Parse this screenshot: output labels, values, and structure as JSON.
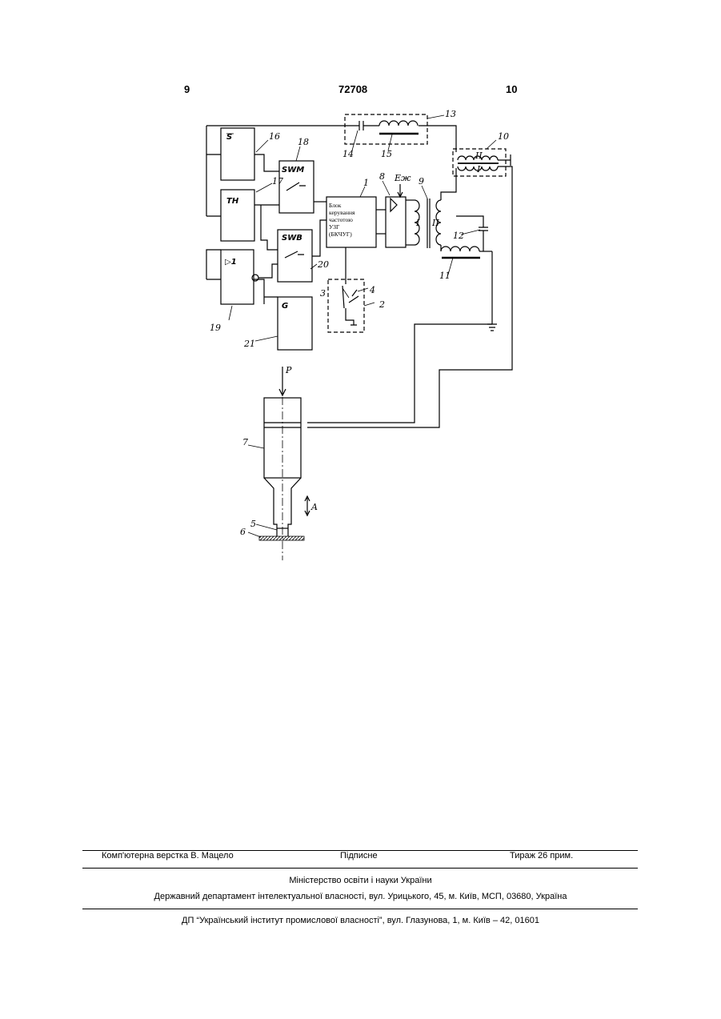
{
  "header": {
    "page_left": "9",
    "patent_number": "72708",
    "page_right": "10"
  },
  "figure": {
    "block_labels": {
      "b16": "S",
      "b17": "TH",
      "b18": "SWM",
      "b19": "▷1",
      "b20": "SWB",
      "b21": "G",
      "b1_lines": [
        "Блок",
        "керування",
        "частотою",
        "УЗГ",
        "(БКЧУГ)"
      ]
    },
    "callouts": {
      "n1": "1",
      "n2": "2",
      "n3": "3",
      "n4": "4",
      "n5": "5",
      "n6": "6",
      "n7": "7",
      "n8": "8",
      "n9": "9",
      "n10": "10",
      "n11": "11",
      "n12": "12",
      "n13": "13",
      "n14": "14",
      "n15": "15",
      "n16": "16",
      "n17": "17",
      "n18": "18",
      "n19": "19",
      "n20": "20",
      "n21": "21"
    },
    "symbols": {
      "force": "P",
      "amplitude": "A",
      "supply": "Eж",
      "winding_I": "I",
      "winding_II": "II",
      "winding_small_I": "I",
      "winding_small_II": "II"
    }
  },
  "footer": {
    "typesetting": "Комп'ютерна верстка В. Мацело",
    "signed": "Підписне",
    "circulation": "Тираж 26 прим.",
    "ministry": "Міністерство освіти і науки України",
    "department": "Державний департамент інтелектуальної власності, вул. Урицького, 45, м. Київ, МСП, 03680, Україна",
    "institute": "ДП “Український інститут промислової власності”, вул. Глазунова, 1, м. Київ – 42, 01601"
  }
}
